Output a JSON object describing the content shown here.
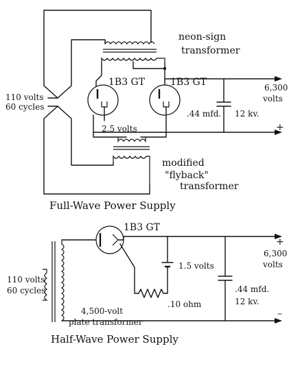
{
  "full_wave": {
    "caption": "Full-Wave Power Supply",
    "neon_label_1": "neon-sign",
    "neon_label_2": "transformer",
    "tube_left": "1B3 GT",
    "tube_right": "1B3 GT",
    "input_1": "110 volts",
    "input_2": "60 cycles",
    "filament": "2.5 volts",
    "cap_value": ".44 mfd.",
    "cap_rating": "12 kv.",
    "out_1": "6,300",
    "out_2": "volts",
    "plus": "+",
    "flyback_1": "modified",
    "flyback_2": "\"flyback\"",
    "flyback_3": "transformer"
  },
  "half_wave": {
    "caption": "Half-Wave Power Supply",
    "tube": "1B3 GT",
    "filament": "1.5 volts",
    "resistor": ".10 ohm",
    "input_1": "110 volts",
    "input_2": "60 cycles",
    "plate_1": "4,500-volt",
    "plate_2": "plate transformer",
    "cap_value": ".44 mfd.",
    "cap_rating": "12 kv.",
    "out_1": "6,300",
    "out_2": "volts",
    "plus": "+",
    "minus": "–"
  }
}
